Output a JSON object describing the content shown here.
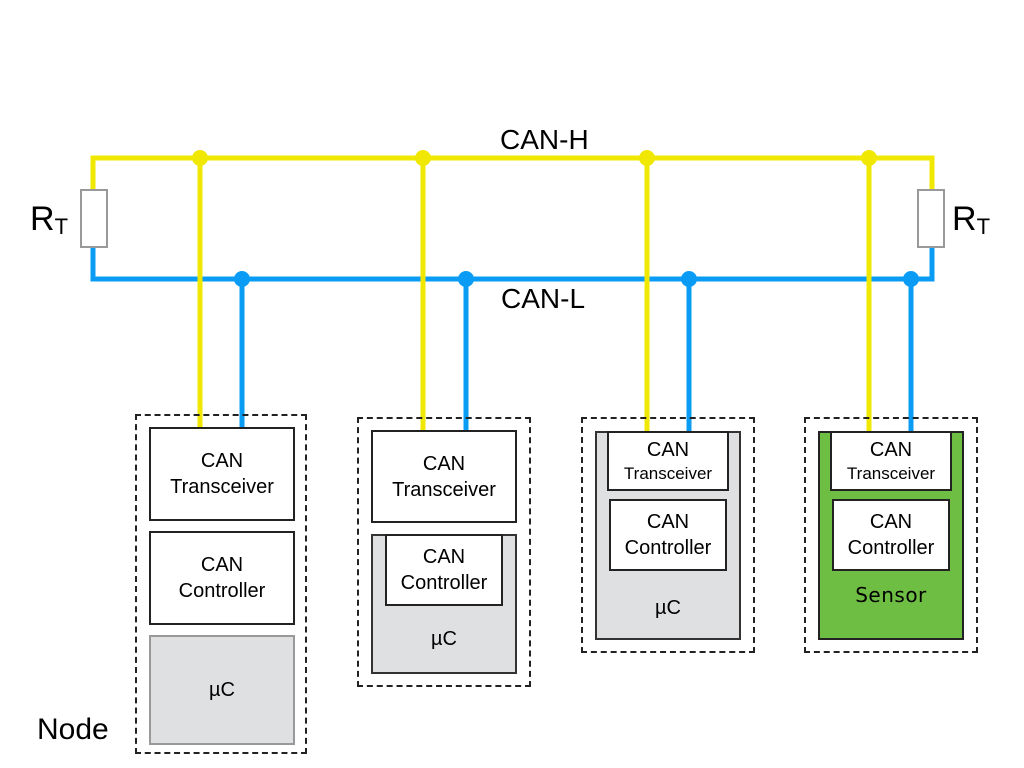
{
  "bus": {
    "high_label": "CAN-H",
    "low_label": "CAN-L",
    "high_color": "#f0e800",
    "low_color": "#0a9cf5"
  },
  "terminators": [
    {
      "label": "R",
      "subscript": "T",
      "side": "left"
    },
    {
      "label": "R",
      "subscript": "T",
      "side": "right"
    }
  ],
  "node_label": "Node",
  "nodes": [
    {
      "transceiver": [
        "CAN",
        "Transceiver"
      ],
      "controller": [
        "CAN",
        "Controller"
      ],
      "host": "µC",
      "layout": "separate"
    },
    {
      "transceiver": [
        "CAN",
        "Transceiver"
      ],
      "controller": [
        "CAN",
        "Controller"
      ],
      "host": "µC",
      "layout": "controller-integrated"
    },
    {
      "transceiver": [
        "CAN",
        "Transceiver"
      ],
      "controller": [
        "CAN",
        "Controller"
      ],
      "host": "µC",
      "layout": "fully-integrated"
    },
    {
      "transceiver": [
        "CAN",
        "Transceiver"
      ],
      "controller": [
        "CAN",
        "Controller"
      ],
      "host": "Sensor",
      "layout": "fully-integrated",
      "host_color": "#6fbe44"
    }
  ]
}
